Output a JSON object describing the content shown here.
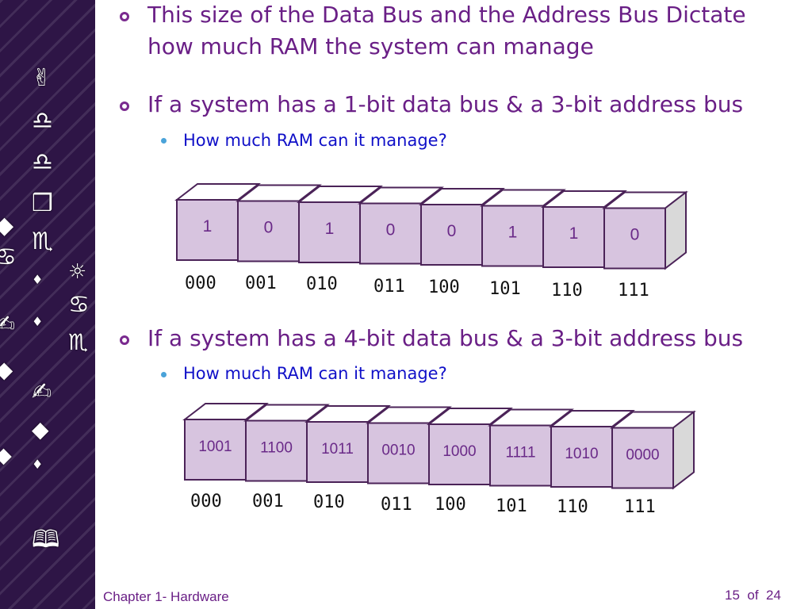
{
  "sidebar": {
    "glyphs": [
      "✌",
      "♎",
      "♎",
      "❒",
      "♏",
      "☼",
      "♋",
      "♦",
      "♦",
      "♋",
      "♏",
      "♦",
      "◆",
      "⬥",
      "✍",
      "✍",
      "🕮",
      "⬥",
      "◆"
    ]
  },
  "bullets": [
    {
      "text": "This size of the Data Bus and the Address Bus Dictate",
      "text2": "how much RAM the system can manage"
    },
    {
      "text": "If a system has a 1-bit data bus & a 3-bit address bus",
      "sub": "How much RAM can it manage?"
    },
    {
      "text": "If a system has a 4-bit data bus & a 3-bit address bus",
      "sub": "How much RAM can it manage?"
    }
  ],
  "diagram1": {
    "values": [
      "1",
      "0",
      "1",
      "0",
      "0",
      "1",
      "1",
      "0"
    ],
    "addresses": [
      "000",
      "001",
      "010",
      "011",
      "100",
      "101",
      "110",
      "111"
    ]
  },
  "diagram2": {
    "values": [
      "1001",
      "1100",
      "1011",
      "0010",
      "1000",
      "1111",
      "1010",
      "0000"
    ],
    "addresses": [
      "000",
      "001",
      "010",
      "011",
      "100",
      "101",
      "110",
      "111"
    ]
  },
  "footer": {
    "chapter": "Chapter 1- Hardware",
    "page": "15",
    "of": "of",
    "total": "24"
  }
}
